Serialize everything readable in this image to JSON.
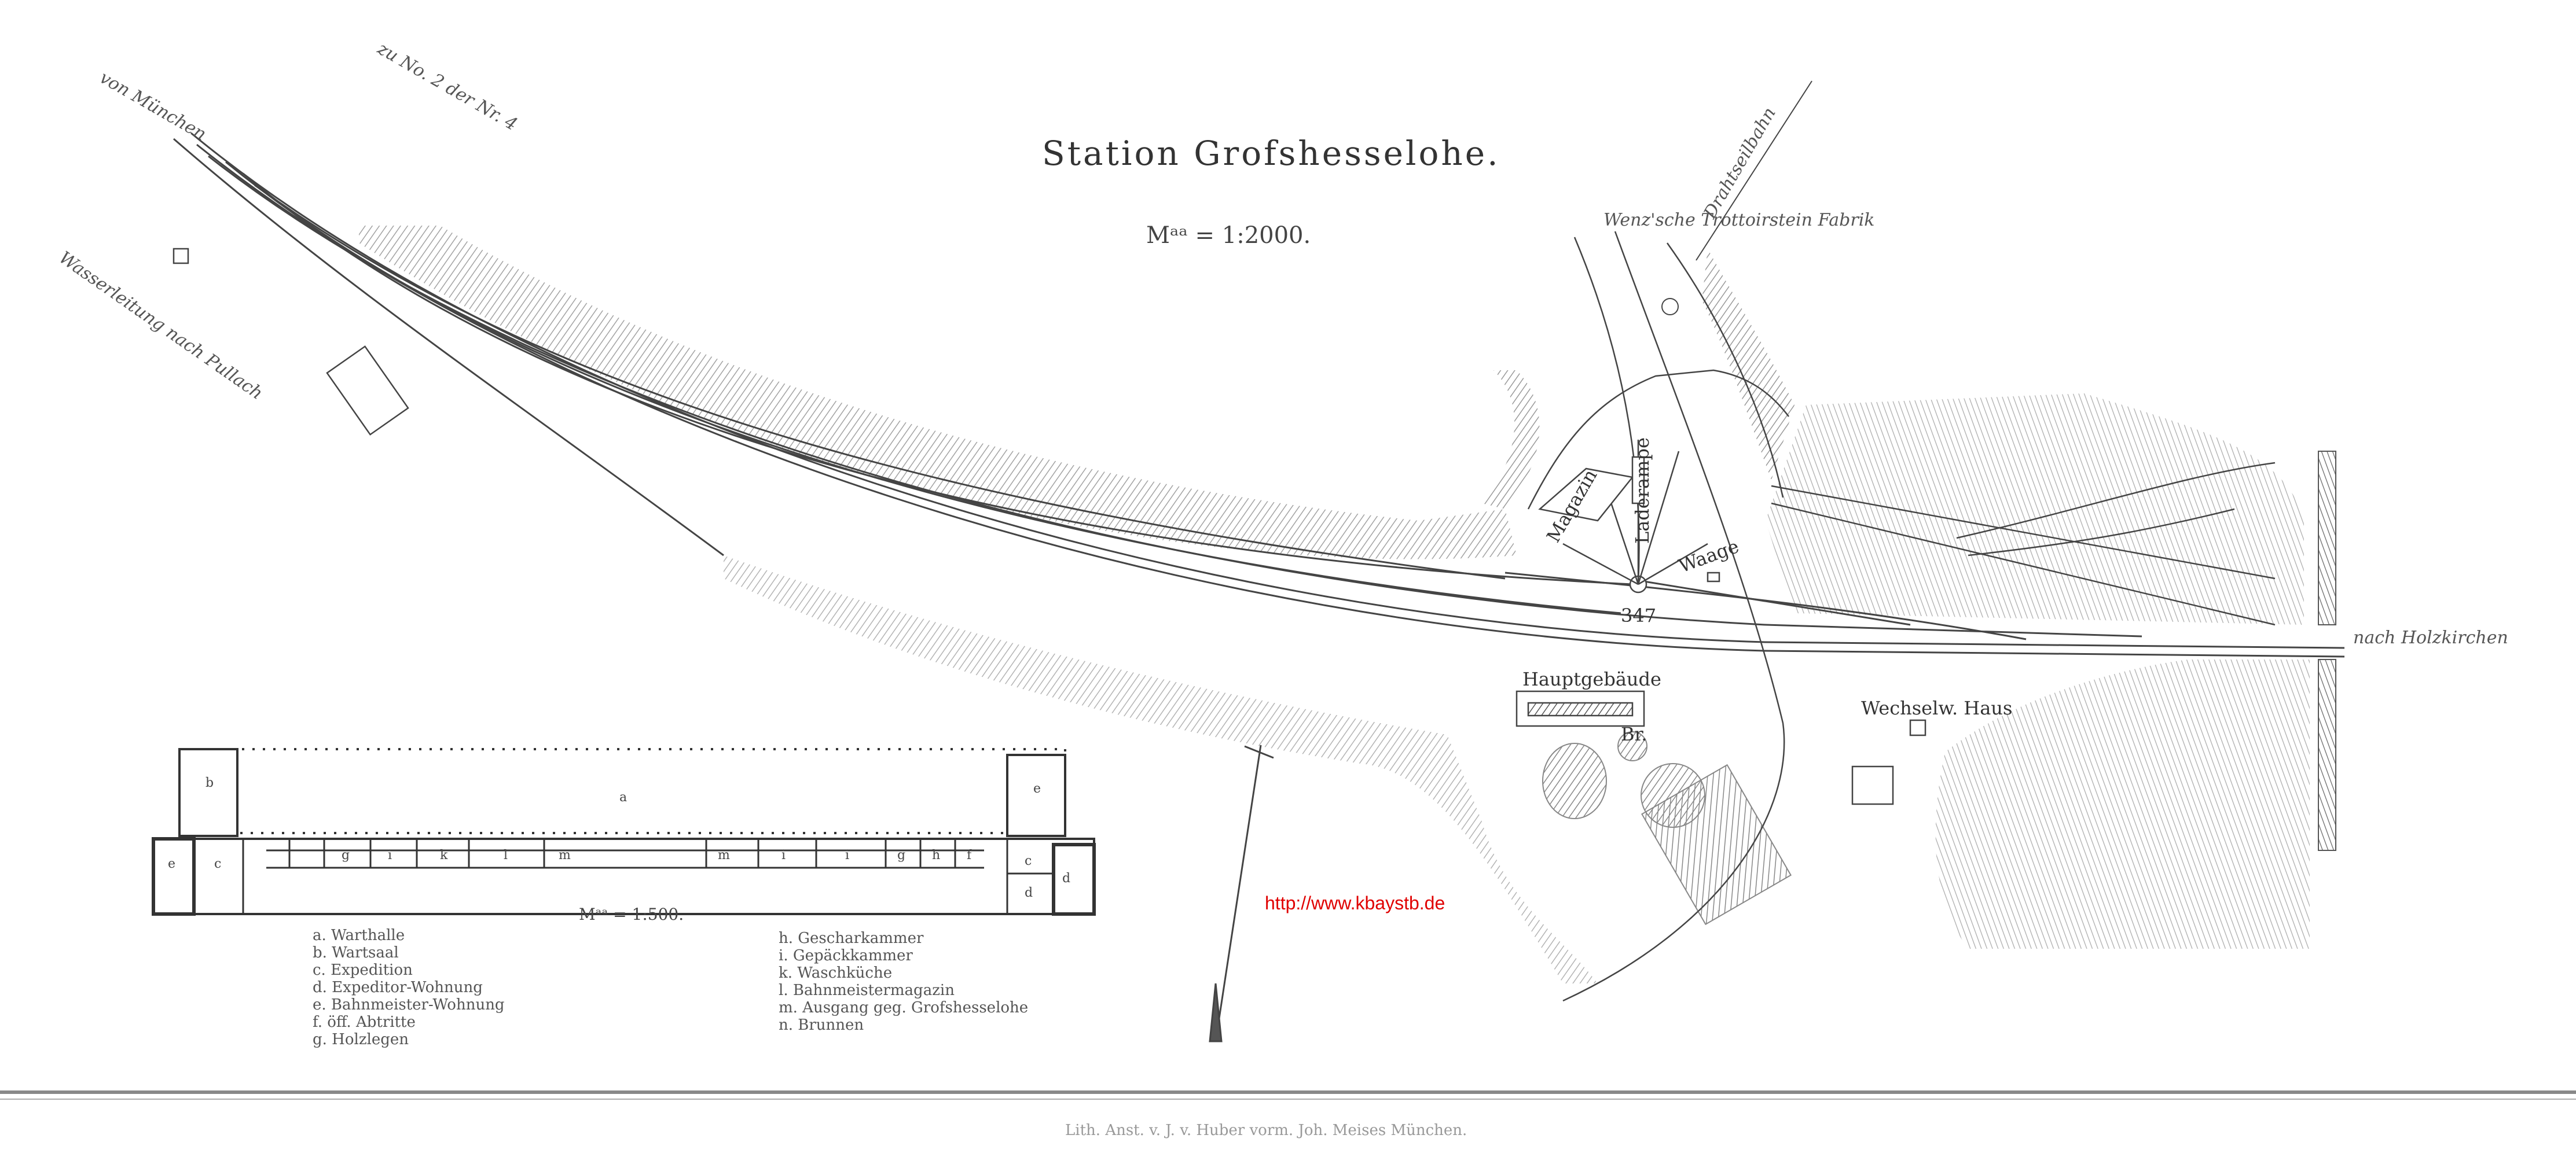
{
  "title": "Station Grofshesselohe.",
  "scale_main": "Mᵃᵃ = 1:2000.",
  "scale_plan": "Mᵃᵃ = 1:500.",
  "labels": {
    "from_munich": "von München",
    "to_holzkirchen": "nach Holzkirchen",
    "water_pipe": "Wasserleitung nach Pullach",
    "factory": "Wenz'sche Trottoirstein Fabrik",
    "wire_rope": "Drahtseilbahn",
    "magazine": "Magazin",
    "loading_ramp": "Laderampe",
    "scale_house": "Waage",
    "main_building": "Hauptgebäude",
    "well": "Br.",
    "guard_house": "Wechselw. Haus",
    "track_num": "347",
    "top_label": "zu No. 2 der Nr. 4"
  },
  "legend_left": [
    "a. Warthalle",
    "b. Wartsaal",
    "c. Expedition",
    "d. Expeditor-Wohnung",
    "e. Bahnmeister-Wohnung",
    "f. öff. Abtritte",
    "g. Holzlegen"
  ],
  "legend_right": [
    "h. Gescharkammer",
    "i. Gepäckkammer",
    "k. Waschküche",
    "l. Bahnmeistermagazin",
    "m. Ausgang geg. Grofshesselohe",
    "n. Brunnen"
  ],
  "rooms": [
    "a",
    "b",
    "c",
    "e",
    "c",
    "d",
    "d",
    "e",
    "g",
    "i",
    "k",
    "l",
    "m",
    "m",
    "i",
    "i",
    "g",
    "h",
    "f"
  ],
  "url": "http://www.kbaystb.de",
  "footer": "Lith. Anst. v. J. v. Huber vorm. Joh. Meises München."
}
